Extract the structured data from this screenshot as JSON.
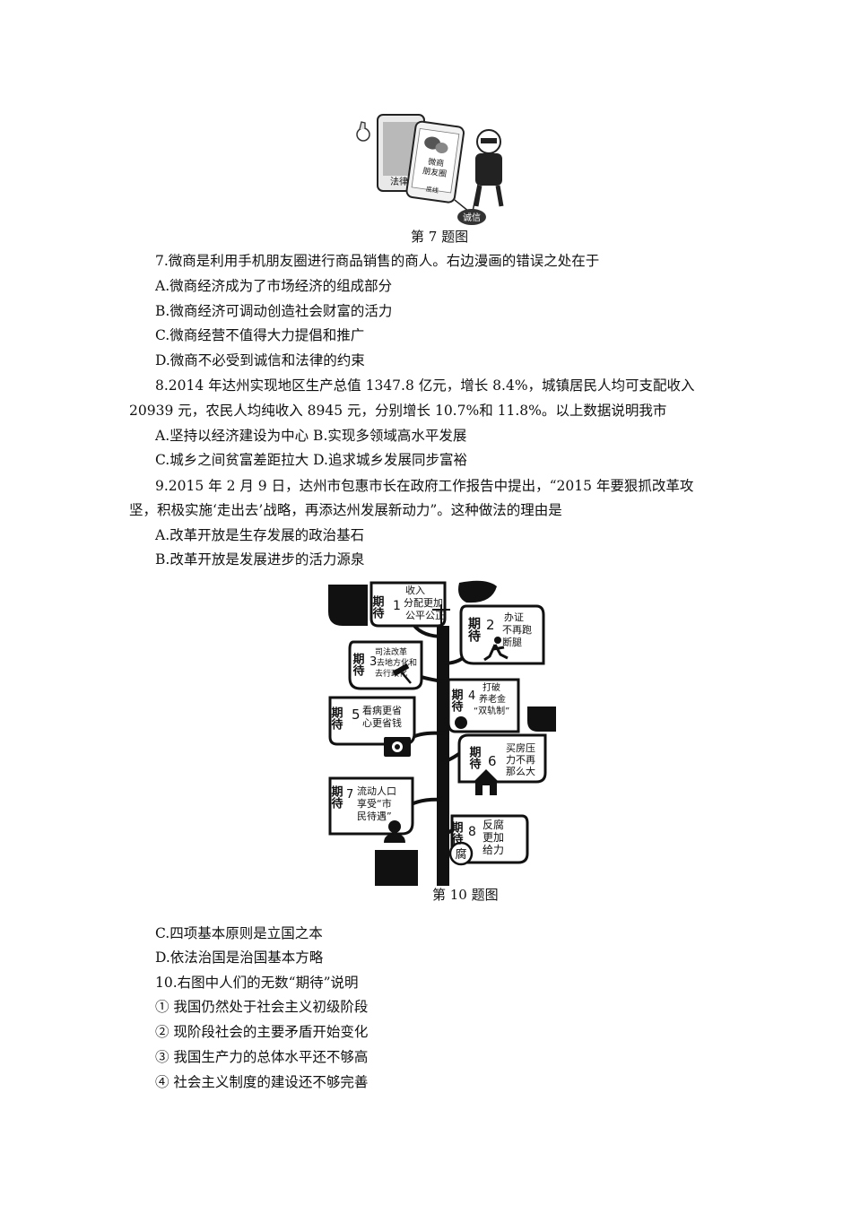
{
  "fig7": {
    "caption": "第 7 题图",
    "phone_label_1": "微商",
    "phone_label_2": "朋友圈",
    "law_label": "法律",
    "bottom_line_label": "底线",
    "integrity_label": "诚信"
  },
  "q7": {
    "stem": "7.微商是利用手机朋友圈进行商品销售的商人。右边漫画的错误之处在于",
    "A": "A.微商经济成为了市场经济的组成部分",
    "B": "B.微商经济可调动创造社会财富的活力",
    "C": "C.微商经营不值得大力提倡和推广",
    "D": "D.微商不必受到诚信和法律的约束"
  },
  "q8": {
    "stem_1": "8.2014 年达州实现地区生产总值 1347.8 亿元，增长 8.4%，城镇居民人均可支配收入",
    "stem_2": "20939 元，农民人均纯收入 8945 元，分别增长 10.7%和 11.8%。以上数据说明我市",
    "AB": "A.坚持以经济建设为中心   B.实现多领域高水平发展",
    "CD": "C.城乡之间贫富差距拉大   D.追求城乡发展同步富裕"
  },
  "q9": {
    "stem_1": "9.2015 年 2 月 9 日，达州市包惠市长在政府工作报告中提出，“2015 年要狠抓改革攻",
    "stem_2": "坚，积极实施‘走出去’战略，再添达州发展新动力”。这种做法的理由是",
    "A": "A.改革开放是生存发展的政治基石",
    "B": "B.改革开放是发展进步的活力源泉",
    "C": "C.四项基本原则是立国之本",
    "D": "D.依法治国是治国基本方略"
  },
  "fig10": {
    "caption": "第 10 题图",
    "expect": "期待",
    "leaves": [
      {
        "num": "1",
        "text": [
          "收入",
          "分配更加",
          "公平公正"
        ]
      },
      {
        "num": "2",
        "text": [
          "办证",
          "不再跑",
          "断腿"
        ]
      },
      {
        "num": "3",
        "text": [
          "司法改革",
          "去地方化和",
          "去行政化"
        ]
      },
      {
        "num": "4",
        "text": [
          "打破",
          "养老金",
          "“双轨制”"
        ]
      },
      {
        "num": "5",
        "text": [
          "看病更省",
          "心更省钱"
        ]
      },
      {
        "num": "6",
        "text": [
          "买房压",
          "力不再",
          "那么大"
        ]
      },
      {
        "num": "7",
        "text": [
          "流动人口",
          "享受“市",
          "民待遇”"
        ]
      },
      {
        "num": "8",
        "text": [
          "反腐",
          "更加",
          "给力"
        ]
      }
    ],
    "corruption_char": "腐"
  },
  "q10": {
    "stem": "10.右图中人们的无数“期待”说明",
    "o1": "① 我国仍然处于社会主义初级阶段",
    "o2": "② 现阶段社会的主要矛盾开始变化",
    "o3": "③ 我国生产力的总体水平还不够高",
    "o4": "④ 社会主义制度的建设还不够完善"
  }
}
